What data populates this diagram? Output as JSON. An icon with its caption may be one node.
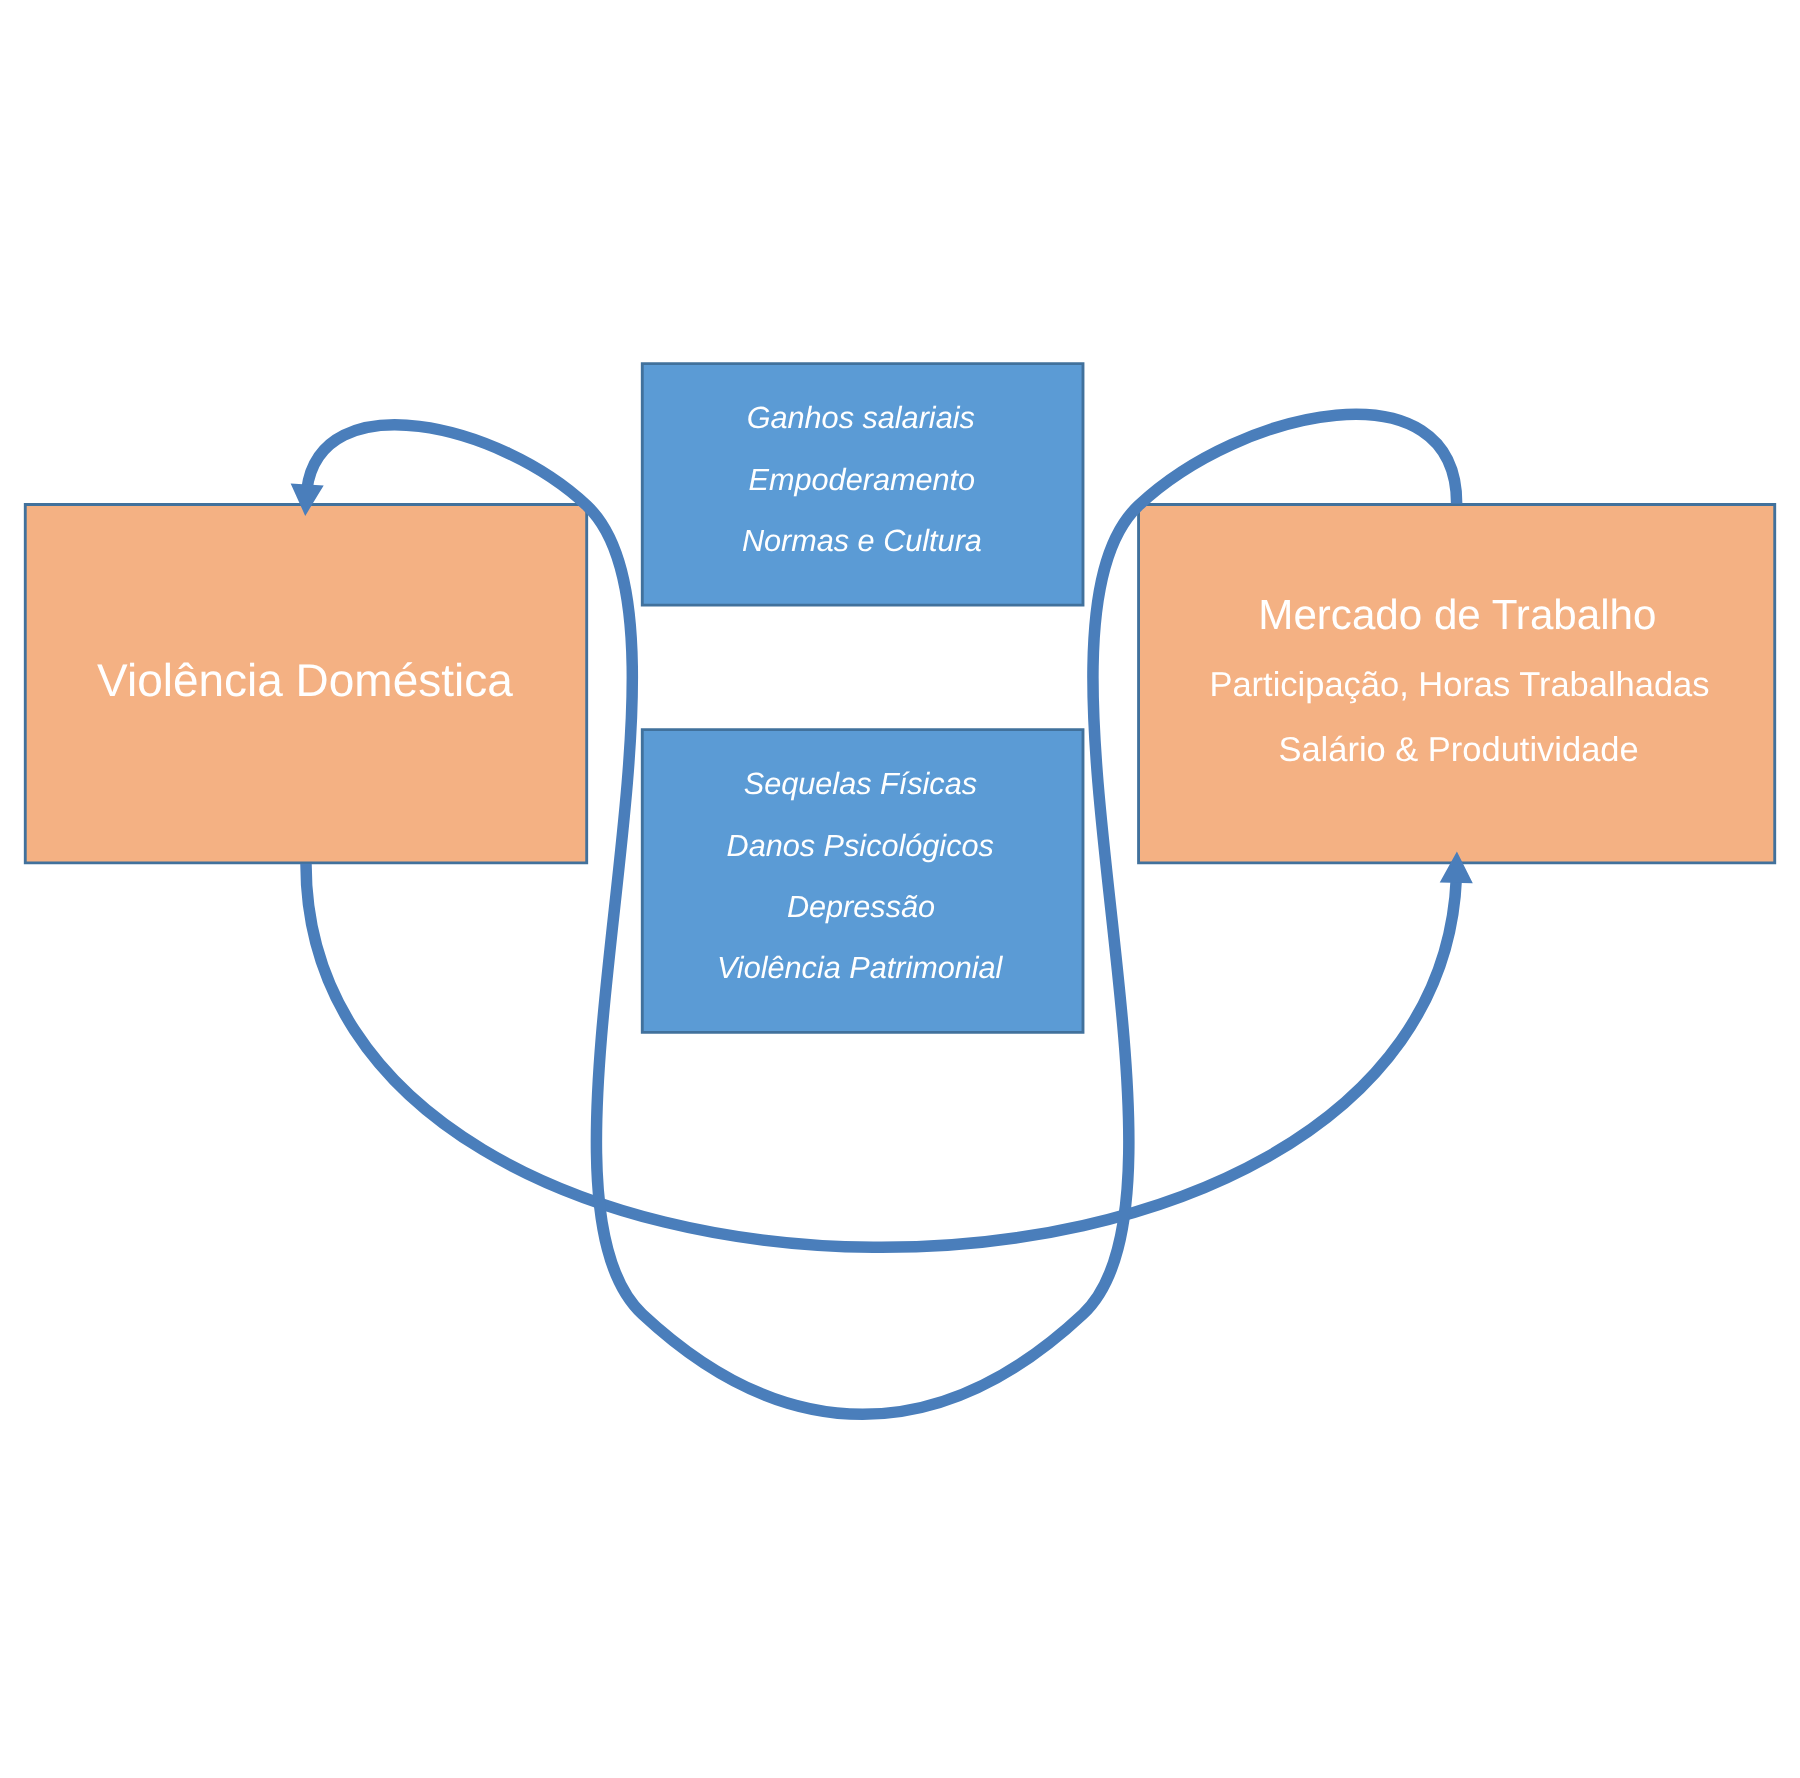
{
  "diagram": {
    "nodes": [
      {
        "text": [
          "Ganhos salariais",
          "Empoderamento",
          "Normas e Cultura"
        ]
      },
      {
        "text": [
          "Violência Doméstica"
        ]
      },
      {
        "text": [
          "Mercado de Trabalho",
          "Participação, Horas Trabalhadas",
          "Salário & Produtividade"
        ]
      },
      {
        "text": [
          "Sequelas Físicas",
          "Danos Psicológicos",
          "Depressão",
          "Violência Patrimonial"
        ]
      }
    ],
    "edges": [
      {
        "from": 2,
        "to": 1,
        "arrow": "to"
      },
      {
        "from": 1,
        "to": 2,
        "arrow": "to"
      }
    ]
  }
}
